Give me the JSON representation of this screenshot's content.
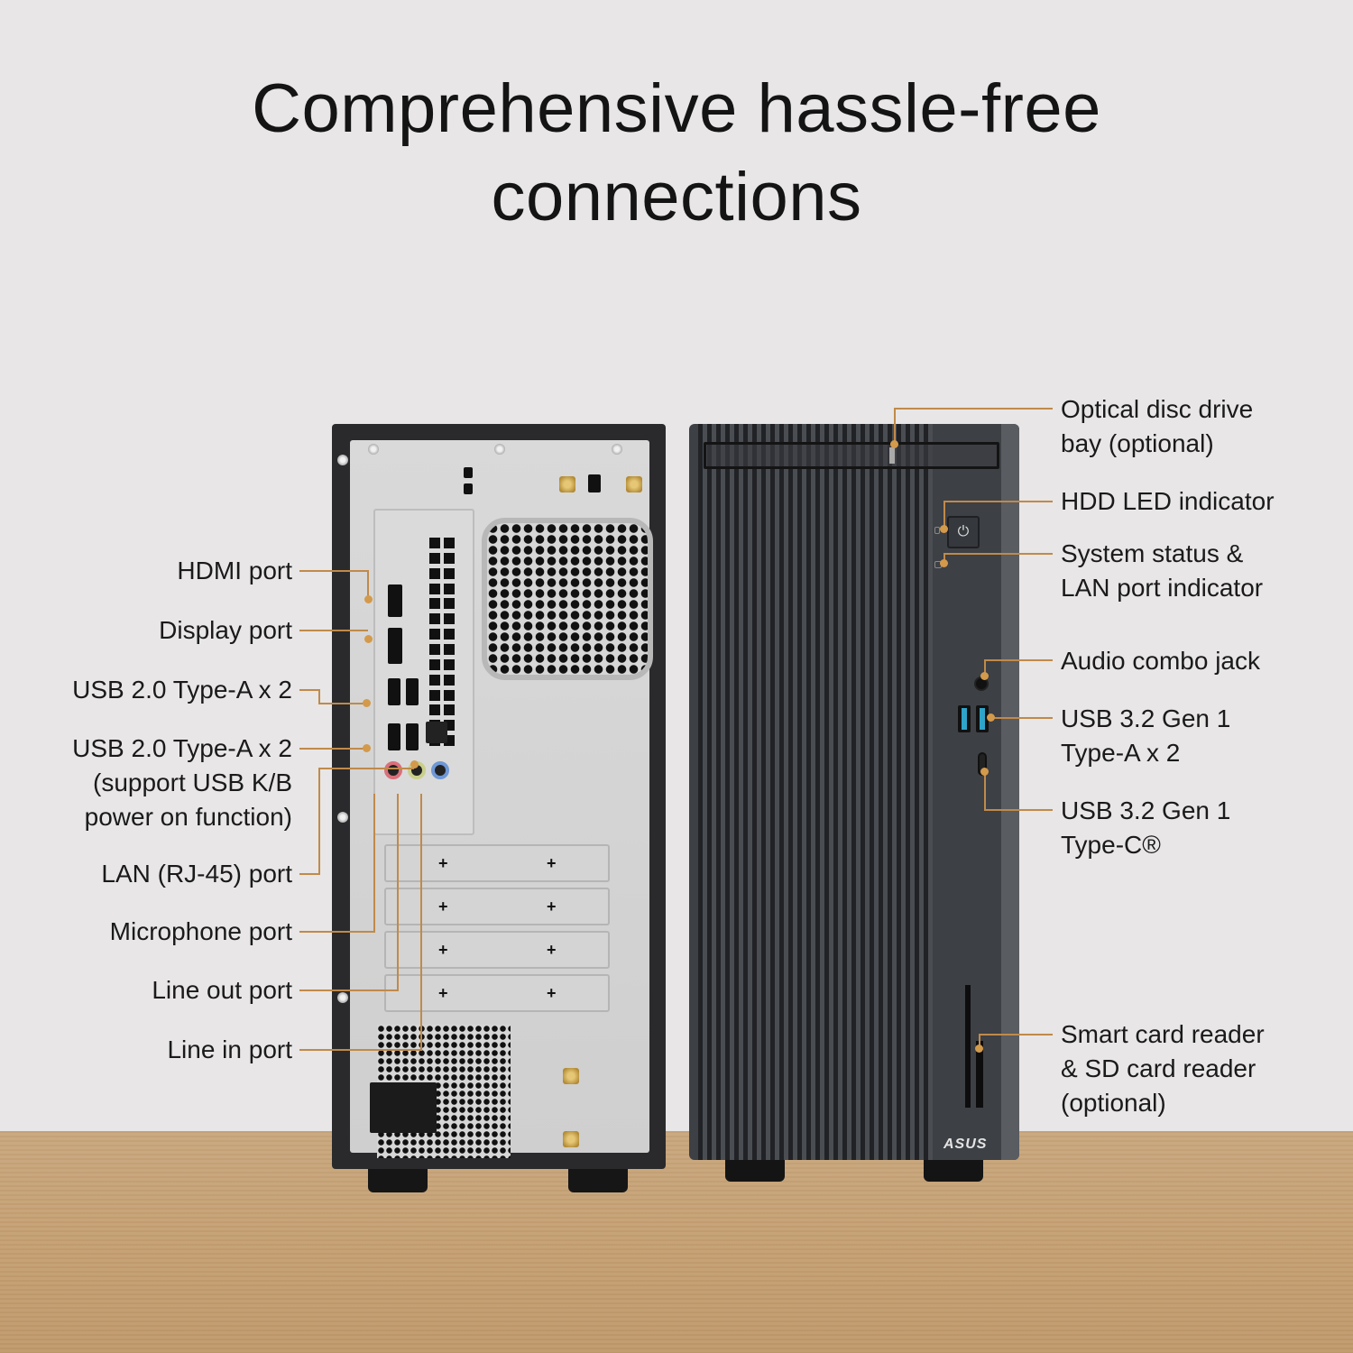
{
  "headline": {
    "line1": "Comprehensive hassle-free",
    "line2": "connections"
  },
  "rear_labels": [
    {
      "id": "hdmi",
      "text": "HDMI port"
    },
    {
      "id": "displayport",
      "text": "Display port"
    },
    {
      "id": "usb2-a",
      "text": "USB 2.0 Type-A x 2"
    },
    {
      "id": "usb2-a-kb",
      "text": "USB 2.0 Type-A x 2\n(support USB K/B\npower on function)"
    },
    {
      "id": "lan",
      "text": "LAN (RJ-45) port"
    },
    {
      "id": "mic",
      "text": "Microphone port"
    },
    {
      "id": "line-out",
      "text": "Line out port"
    },
    {
      "id": "line-in",
      "text": "Line in port"
    }
  ],
  "front_labels": [
    {
      "id": "odd",
      "text": "Optical disc drive\nbay (optional)"
    },
    {
      "id": "hdd-led",
      "text": "HDD LED indicator"
    },
    {
      "id": "status-led",
      "text": "System status &\nLAN port indicator"
    },
    {
      "id": "audio-combo",
      "text": "Audio combo jack"
    },
    {
      "id": "usb32-a",
      "text": "USB 3.2 Gen 1\nType-A x 2"
    },
    {
      "id": "usb32-c",
      "text": "USB 3.2 Gen 1\nType-C®"
    },
    {
      "id": "card-reader",
      "text": "Smart card reader\n& SD card reader\n(optional)"
    }
  ],
  "brand": {
    "logo_text": "ASUS"
  },
  "icons": {
    "power": "⏻"
  },
  "colors": {
    "background": "#e8e6e6",
    "leader_line": "#c08a4a",
    "leader_dot": "#d39a4c",
    "floor": "#c5a073",
    "front_case": "#3d4045",
    "usb3_blue": "#2ea4c9",
    "mic_pink": "#d9707a",
    "line_out_green": "#c9cf8a",
    "line_in_blue": "#6f97d4"
  }
}
